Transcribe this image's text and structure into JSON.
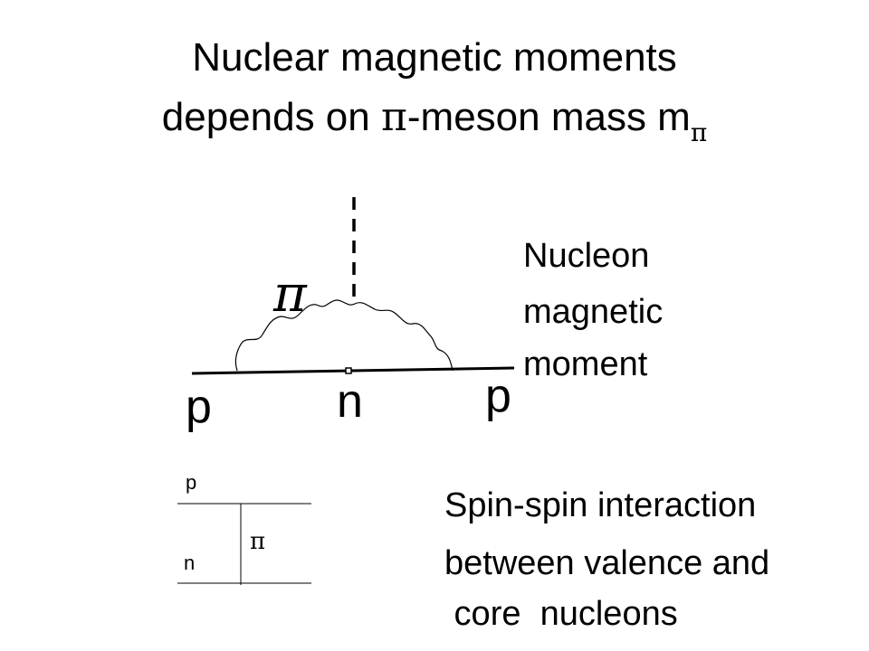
{
  "title": {
    "line1": "Nuclear magnetic moments",
    "line2_prefix": "depends on ",
    "line2_pi": "π",
    "line2_middle": "-meson mass m",
    "line2_sub": "π"
  },
  "feynman": {
    "pi_label": "π",
    "p_left": "p",
    "n_middle": "n",
    "p_right": "p"
  },
  "nucleon_moment": {
    "line1": "Nucleon",
    "line2": "magnetic",
    "line3": "moment"
  },
  "small_diagram": {
    "p_label": "p",
    "n_label": "n",
    "pi_label": "π"
  },
  "spin_note": {
    "line1": "Spin-spin  interaction",
    "line2": "between valence and",
    "line3": " core  nucleons"
  }
}
